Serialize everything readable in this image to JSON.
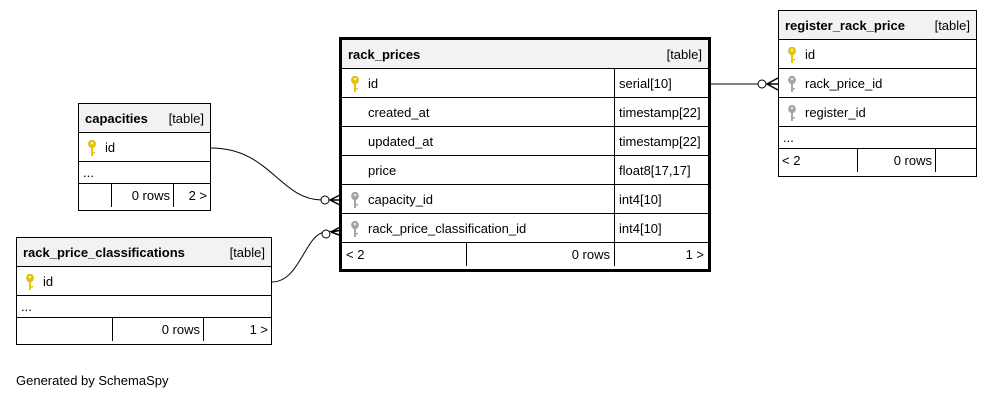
{
  "tables": {
    "rack_prices": {
      "name": "rack_prices",
      "kind": "[table]",
      "columns": [
        {
          "name": "id",
          "type": "serial[10]",
          "key": "primary"
        },
        {
          "name": "created_at",
          "type": "timestamp[22]",
          "key": "none"
        },
        {
          "name": "updated_at",
          "type": "timestamp[22]",
          "key": "none"
        },
        {
          "name": "price",
          "type": "float8[17,17]",
          "key": "none"
        },
        {
          "name": "capacity_id",
          "type": "int4[10]",
          "key": "foreign"
        },
        {
          "name": "rack_price_classification_id",
          "type": "int4[10]",
          "key": "foreign"
        }
      ],
      "footer": {
        "left": "< 2",
        "rows": "0 rows",
        "right": "1 >"
      }
    },
    "capacities": {
      "name": "capacities",
      "kind": "[table]",
      "columns": [
        {
          "name": "id",
          "key": "primary"
        }
      ],
      "ellipsis": "...",
      "footer": {
        "left": "",
        "rows": "0 rows",
        "right": "2 >"
      }
    },
    "rack_price_classifications": {
      "name": "rack_price_classifications",
      "kind": "[table]",
      "columns": [
        {
          "name": "id",
          "key": "primary"
        }
      ],
      "ellipsis": "...",
      "footer": {
        "left": "",
        "rows": "0 rows",
        "right": "1 >"
      }
    },
    "register_rack_price": {
      "name": "register_rack_price",
      "kind": "[table]",
      "columns": [
        {
          "name": "id",
          "key": "primary"
        },
        {
          "name": "rack_price_id",
          "key": "foreign"
        },
        {
          "name": "register_id",
          "key": "foreign"
        }
      ],
      "ellipsis": "...",
      "footer": {
        "left": "< 2",
        "rows": "0 rows",
        "right": ""
      }
    }
  },
  "colors": {
    "primary_key": "#e8c800",
    "foreign_key": "#a6a6a6",
    "header_bg": "#f2f2f2"
  },
  "caption": "Generated by SchemaSpy"
}
